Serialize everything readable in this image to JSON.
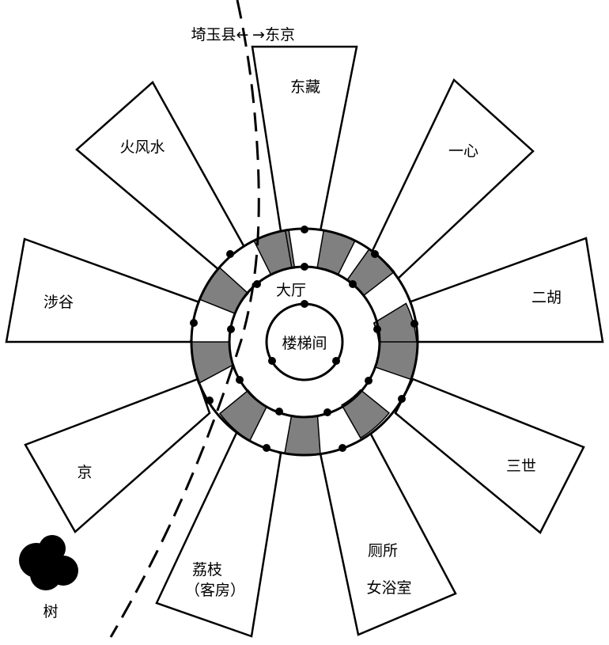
{
  "boundary": {
    "label_left": "埼玉县←",
    "label_right": "→东京"
  },
  "rooms": [
    {
      "key": "dongzang",
      "label": "东藏"
    },
    {
      "key": "yixin",
      "label": "一心"
    },
    {
      "key": "erhu",
      "label": "二胡"
    },
    {
      "key": "sanshi",
      "label": "三世"
    },
    {
      "key": "toilet",
      "label": "厕所",
      "label2": "女浴室"
    },
    {
      "key": "lizhi",
      "label": "荔枝",
      "label2": "（客房）"
    },
    {
      "key": "jing",
      "label": "京"
    },
    {
      "key": "shegu",
      "label": "涉谷"
    },
    {
      "key": "huofengshui",
      "label": "火风水"
    }
  ],
  "center": {
    "hall": "大厅",
    "stairwell": "楼梯间"
  },
  "tree": {
    "label": "树"
  }
}
